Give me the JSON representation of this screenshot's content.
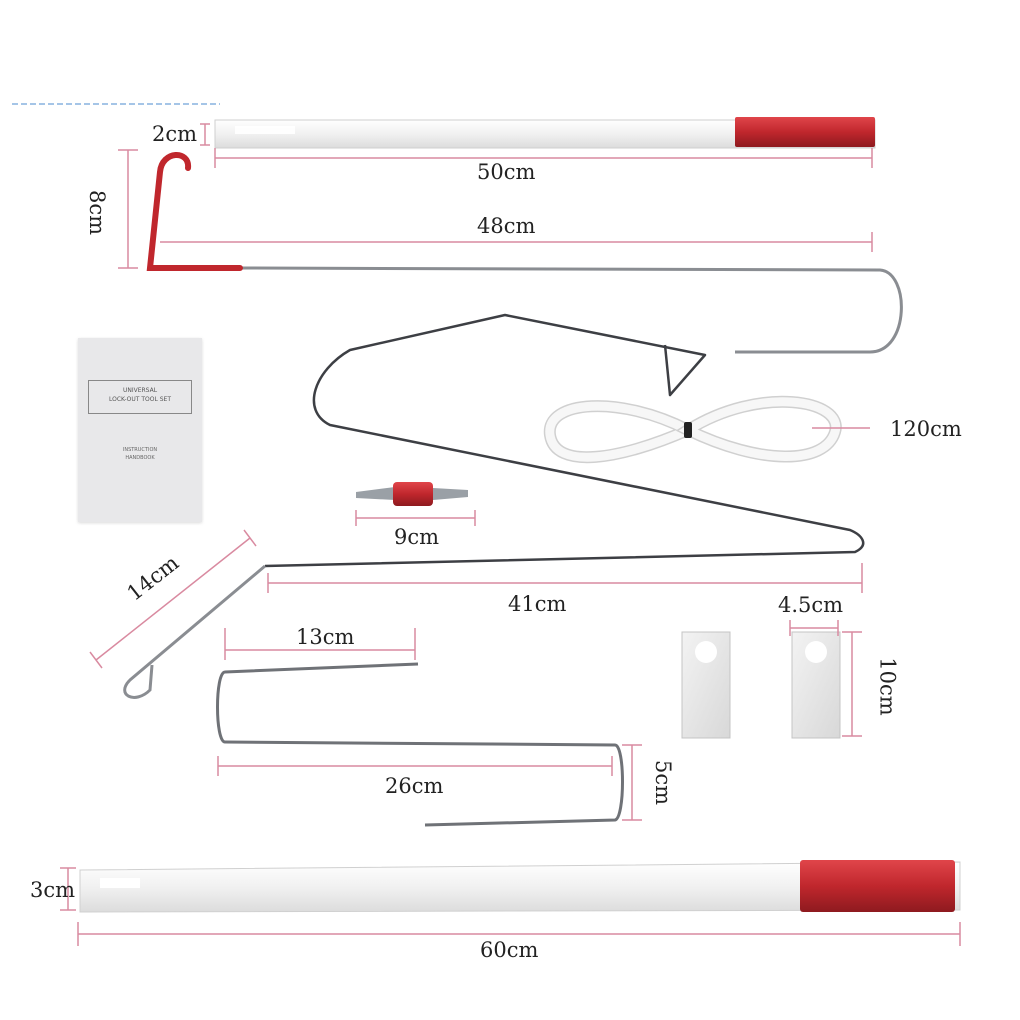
{
  "manual": {
    "title_line1": "UNIVERSAL",
    "title_line2": "LOCK-OUT TOOL SET",
    "subtitle_line1": "INSTRUCTION",
    "subtitle_line2": "HANDBOOK"
  },
  "dimensions": {
    "wedge_top_width": "2cm",
    "wedge_top_length": "50cm",
    "hook_height": "8cm",
    "reach_rod_length": "48cm",
    "strap_length": "120cm",
    "tip_length": "9cm",
    "long_hook_arm": "14cm",
    "long_rod_length": "41cm",
    "plate_width": "4.5cm",
    "plate_height": "10cm",
    "z_tool_top": "13cm",
    "z_tool_length": "26cm",
    "z_tool_height": "5cm",
    "wedge_bottom_width": "3cm",
    "wedge_bottom_length": "60cm"
  },
  "colors": {
    "dimension_line": "#d98aa0",
    "handle_red": "#c0272d",
    "rod_steel": "#8a8d92",
    "wedge_white": "#f4f4f4"
  }
}
